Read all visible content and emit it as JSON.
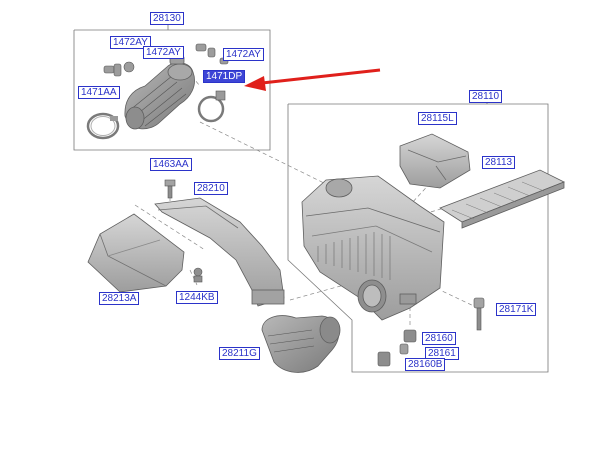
{
  "callouts": {
    "c28130": "28130",
    "c1472AY_a": "1472AY",
    "c1472AY_b": "1472AY",
    "c1472AY_c": "1472AY",
    "c1471DP": "1471DP",
    "c1471AA": "1471AA",
    "c28110": "28110",
    "c28115L": "28115L",
    "c28113": "28113",
    "c1463AA": "1463AA",
    "c28210": "28210",
    "c28213A": "28213A",
    "c1244KB": "1244KB",
    "c28211G": "28211G",
    "c28160": "28160",
    "c28161": "28161",
    "c28160B": "28160B",
    "c28171K": "28171K"
  },
  "colors": {
    "callout_border": "#2b33c9",
    "highlight_fill": "#3d45d6",
    "pointer_arrow": "#e0201b",
    "part_fill": "#bdbdbd",
    "part_stroke": "#6a6a6a"
  },
  "icons": {
    "pointer": "red-pointer-arrow"
  }
}
